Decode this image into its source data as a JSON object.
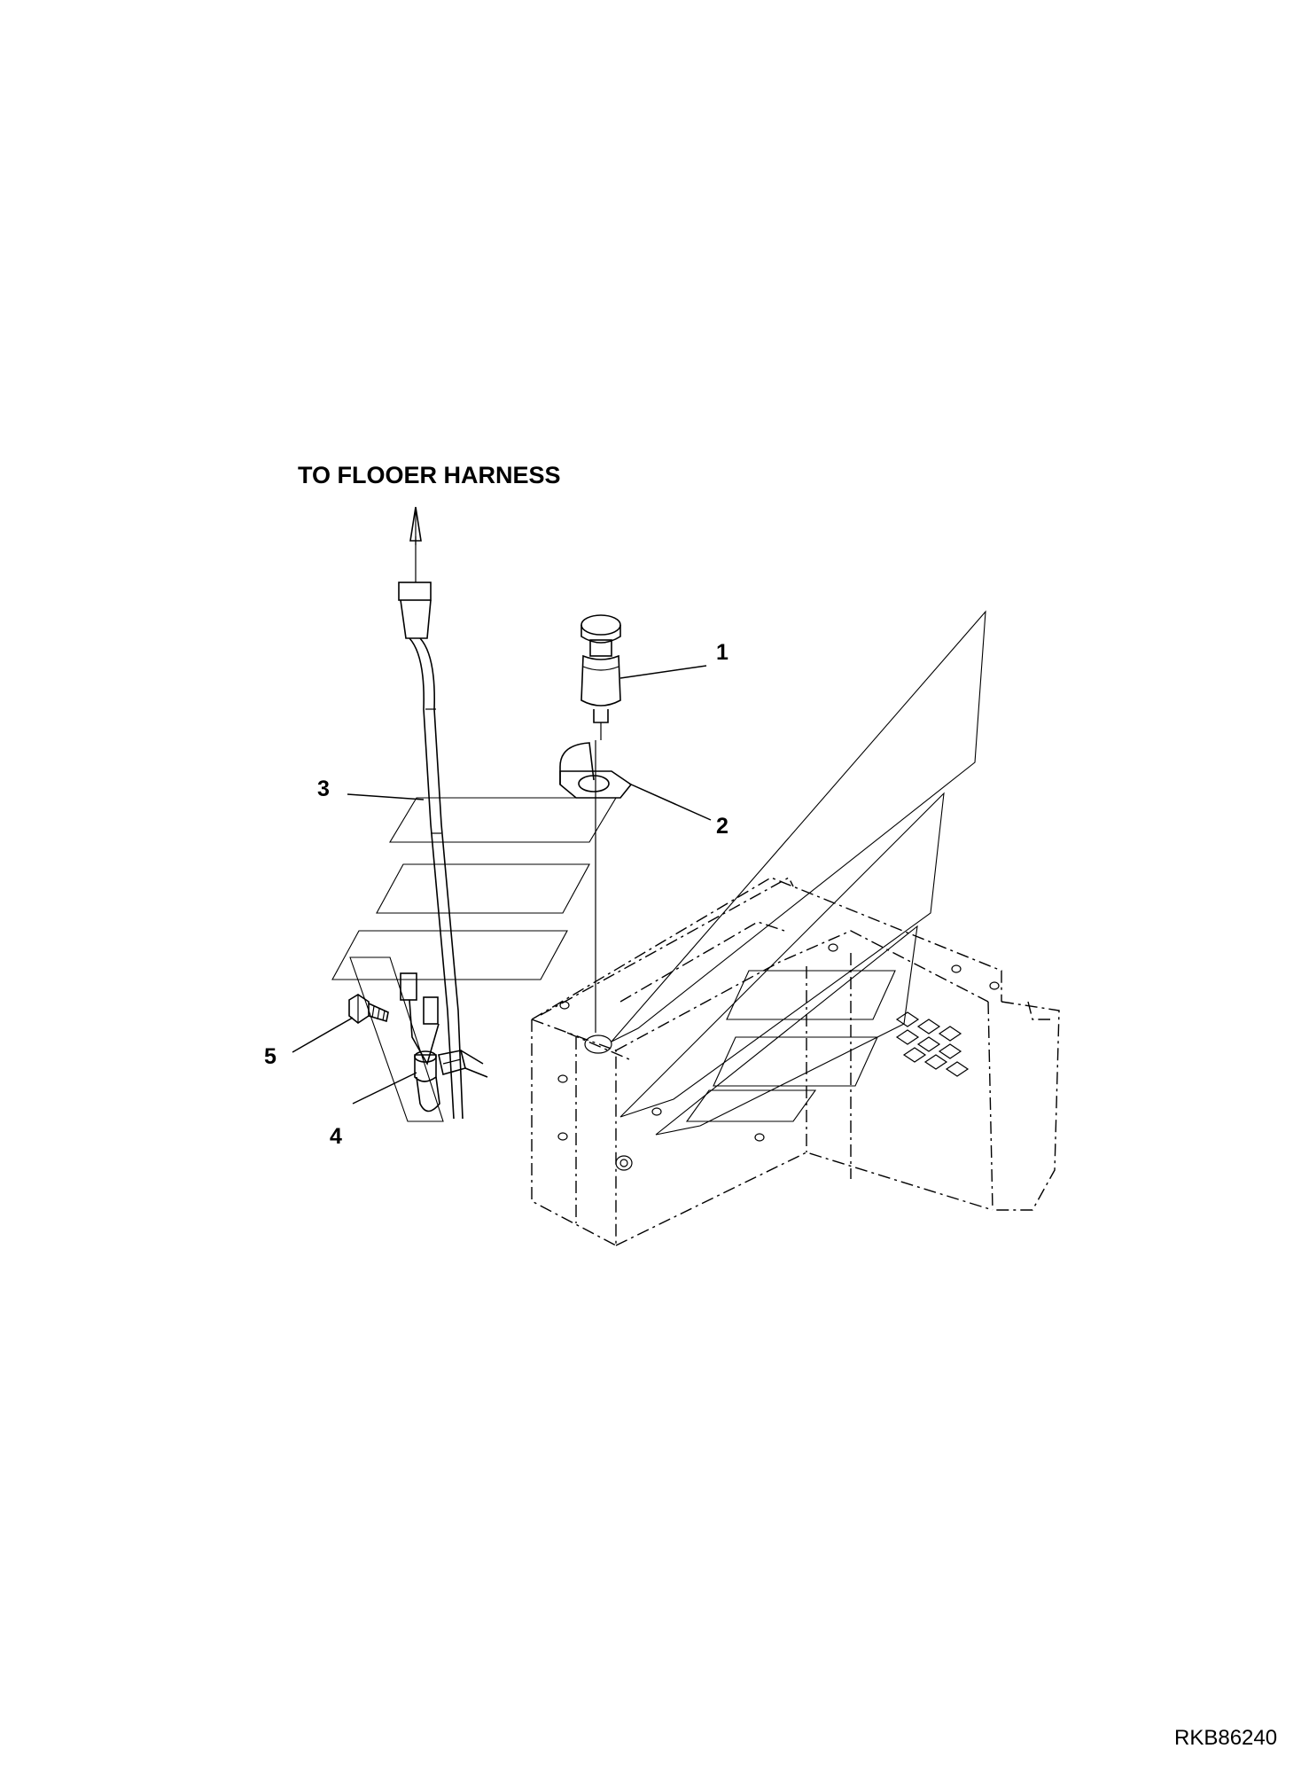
{
  "diagram": {
    "title": "TO FLOOER HARNESS",
    "reference_code": "RKB86240",
    "callouts": [
      {
        "id": "1",
        "label": "1"
      },
      {
        "id": "2",
        "label": "2"
      },
      {
        "id": "3",
        "label": "3"
      },
      {
        "id": "4",
        "label": "4"
      },
      {
        "id": "5",
        "label": "5"
      }
    ]
  }
}
